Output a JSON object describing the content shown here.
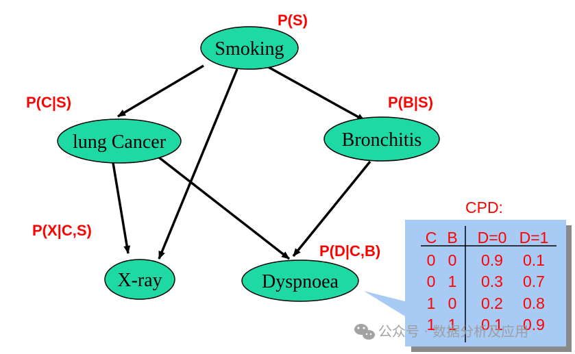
{
  "colors": {
    "node_fill": "#1fd9a5",
    "node_stroke": "#000000",
    "label_red": "#ff0000",
    "callout_fill": "#a8cbf5",
    "callout_shadow": "#8a8a8a",
    "cpd_text": "#ff0000",
    "watermark": "#9a9a9a"
  },
  "nodes": {
    "smoking": "Smoking",
    "lung_cancer": "lung Cancer",
    "bronchitis": "Bronchitis",
    "xray": "X-ray",
    "dyspnoea": "Dyspnoea"
  },
  "probabilities": {
    "p_s": "P(S)",
    "p_c_s": "P(C|S)",
    "p_b_s": "P(B|S)",
    "p_x_cs": "P(X|C,S)",
    "p_d_cb": "P(D|C,B)"
  },
  "cpd": {
    "title": "CPD:",
    "headers": [
      "C",
      "B",
      "D=0",
      "D=1"
    ],
    "rows": [
      [
        "0",
        "0",
        "0.9",
        "0.1"
      ],
      [
        "0",
        "1",
        "0.3",
        "0.7"
      ],
      [
        "1",
        "0",
        "0.2",
        "0.8"
      ],
      [
        "1",
        "1",
        "0.1",
        "0.9"
      ]
    ]
  },
  "watermark": {
    "icon": "wechat-icon",
    "text": "公众号 · 数据分析及应用"
  }
}
